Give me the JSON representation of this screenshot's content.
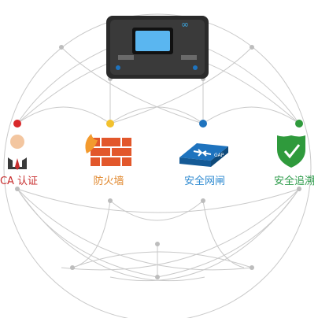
{
  "nodes": [
    {
      "id": "ca",
      "label": "CA 认证",
      "icon": "user-icon",
      "color": "#c72d2d",
      "dot_color": "#d8282a"
    },
    {
      "id": "firewall",
      "label": "防火墙",
      "icon": "firewall-icon",
      "color": "#e0862a",
      "dot_color": "#f2c12e"
    },
    {
      "id": "gateway",
      "label": "安全网闸",
      "icon": "gateway-icon",
      "color": "#2e8ad1",
      "dot_color": "#1e73be"
    },
    {
      "id": "trace",
      "label": "安全追溯",
      "icon": "shield-check-icon",
      "color": "#2c9b4a",
      "dot_color": "#2f9a3c"
    }
  ],
  "device": {
    "icon": "security-appliance-icon",
    "badge": "∞"
  },
  "gap_tag": "GAP"
}
